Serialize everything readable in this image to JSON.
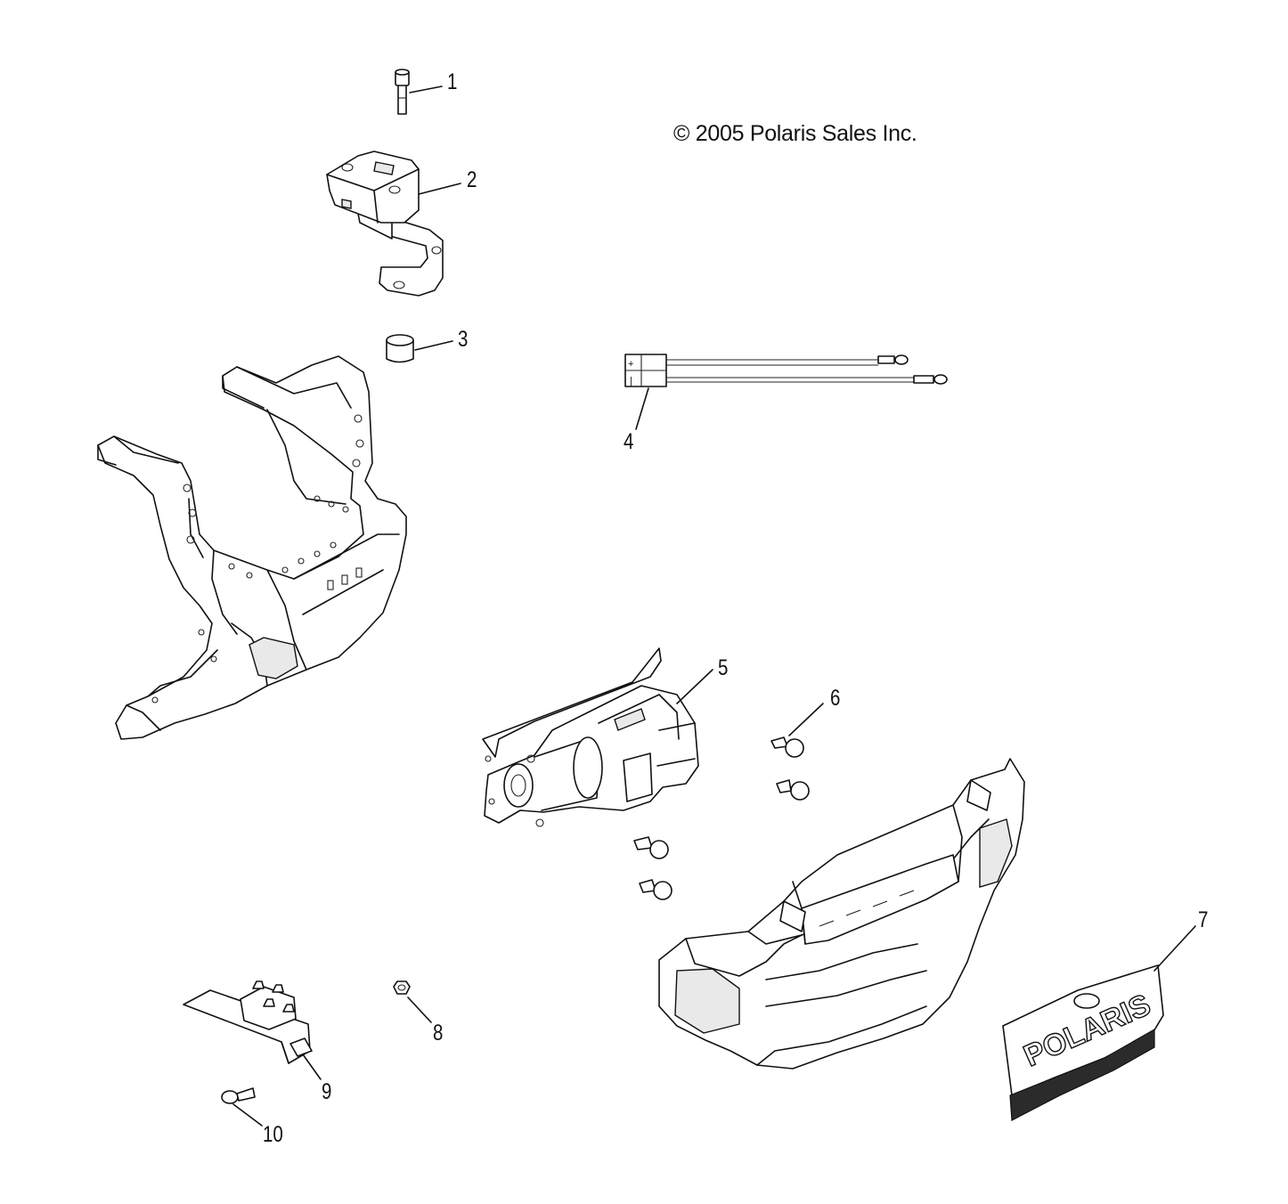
{
  "copyright": "© 2005 Polaris Sales Inc.",
  "callouts": [
    "1",
    "2",
    "3",
    "4",
    "5",
    "6",
    "7",
    "8",
    "9",
    "10"
  ],
  "labels": {
    "grille_brand": "POLARIS"
  },
  "colors": {
    "line": "#111111",
    "background": "#ffffff"
  }
}
